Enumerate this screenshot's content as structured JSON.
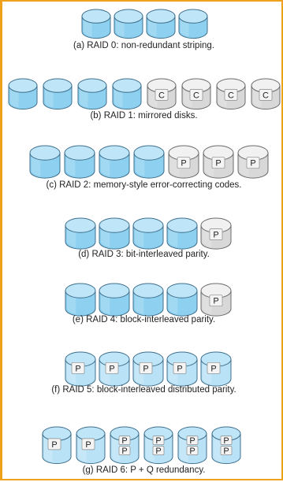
{
  "colors": {
    "frame": "#f0a11c",
    "data_disk_top": "#bfe6f8",
    "data_disk_side": "#8dd0f0",
    "data_disk_edge": "#3f6f8c",
    "check_disk_top": "#f1f1f1",
    "check_disk_side": "#d8d8d8",
    "check_disk_edge": "#6b6b6b",
    "stripe_disk_side": "#b9e2f6",
    "label_box": "#f4f4f4"
  },
  "sections": [
    {
      "caption": "(a) RAID 0: non-redundant striping.",
      "disks": [
        {
          "kind": "data",
          "labels": []
        },
        {
          "kind": "data",
          "labels": []
        },
        {
          "kind": "data",
          "labels": []
        },
        {
          "kind": "data",
          "labels": []
        }
      ]
    },
    {
      "caption": "(b) RAID 1: mirrored disks.",
      "disks": [
        {
          "kind": "data",
          "labels": []
        },
        {
          "kind": "data",
          "labels": []
        },
        {
          "kind": "data",
          "labels": []
        },
        {
          "kind": "data",
          "labels": []
        },
        {
          "kind": "check",
          "labels": [
            "C"
          ]
        },
        {
          "kind": "check",
          "labels": [
            "C"
          ]
        },
        {
          "kind": "check",
          "labels": [
            "C"
          ]
        },
        {
          "kind": "check",
          "labels": [
            "C"
          ]
        }
      ]
    },
    {
      "caption": "(c) RAID 2: memory-style error-correcting codes.",
      "disks": [
        {
          "kind": "data",
          "labels": []
        },
        {
          "kind": "data",
          "labels": []
        },
        {
          "kind": "data",
          "labels": []
        },
        {
          "kind": "data",
          "labels": []
        },
        {
          "kind": "check",
          "labels": [
            "P"
          ]
        },
        {
          "kind": "check",
          "labels": [
            "P"
          ]
        },
        {
          "kind": "check",
          "labels": [
            "P"
          ]
        }
      ]
    },
    {
      "caption": "(d) RAID 3: bit-interleaved parity.",
      "disks": [
        {
          "kind": "data",
          "labels": []
        },
        {
          "kind": "data",
          "labels": []
        },
        {
          "kind": "data",
          "labels": []
        },
        {
          "kind": "data",
          "labels": []
        },
        {
          "kind": "check",
          "labels": [
            "P"
          ]
        }
      ]
    },
    {
      "caption": "(e) RAID 4: block-interleaved parity.",
      "disks": [
        {
          "kind": "data",
          "labels": []
        },
        {
          "kind": "data",
          "labels": []
        },
        {
          "kind": "data",
          "labels": []
        },
        {
          "kind": "data",
          "labels": []
        },
        {
          "kind": "check",
          "labels": [
            "P"
          ]
        }
      ]
    },
    {
      "caption": "(f) RAID 5: block-interleaved distributed parity.",
      "disks": [
        {
          "kind": "stripe",
          "labels": [
            "P"
          ]
        },
        {
          "kind": "stripe",
          "labels": [
            "P"
          ]
        },
        {
          "kind": "stripe",
          "labels": [
            "P"
          ]
        },
        {
          "kind": "stripe",
          "labels": [
            "P"
          ]
        },
        {
          "kind": "stripe",
          "labels": [
            "P"
          ]
        }
      ]
    },
    {
      "caption": "(g) RAID 6: P + Q redundancy.",
      "disks": [
        {
          "kind": "stripe",
          "labels": [
            "P"
          ]
        },
        {
          "kind": "stripe",
          "labels": [
            "P"
          ]
        },
        {
          "kind": "stripe",
          "labels": [
            "P",
            "P"
          ]
        },
        {
          "kind": "stripe",
          "labels": [
            "P",
            "P"
          ]
        },
        {
          "kind": "stripe",
          "labels": [
            "P",
            "P"
          ]
        },
        {
          "kind": "stripe",
          "labels": [
            "P",
            "P"
          ]
        }
      ]
    }
  ]
}
